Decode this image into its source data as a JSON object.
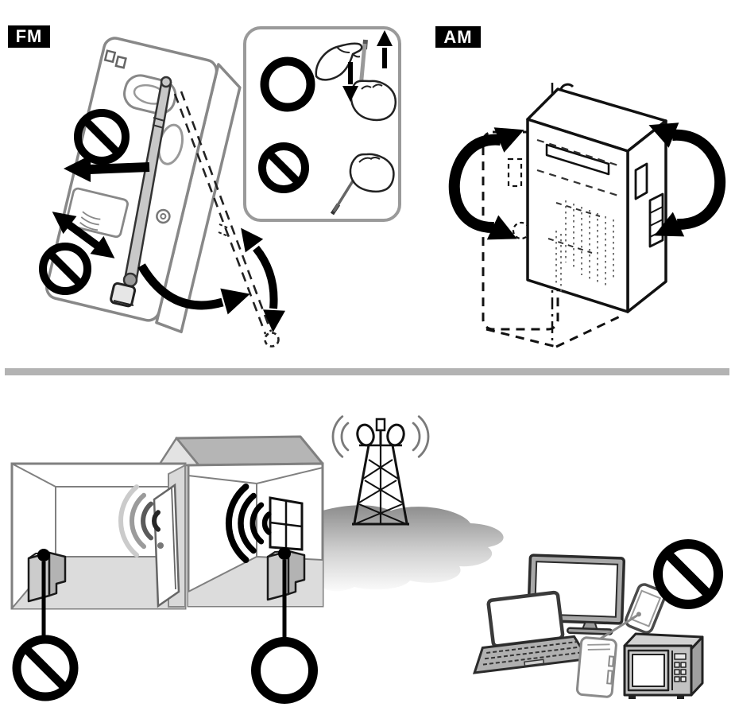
{
  "labels": {
    "fm": "FM",
    "am": "AM"
  },
  "icons": {
    "prohibition-icon": "black ring with diagonal slash = not allowed",
    "allowed-icon": "plain black ring = correct / allowed",
    "rotate-arrow-icon": "thick C-shaped curved arrow = rotate the radio",
    "direction-arrow-icon": "thick black arrow = antenna movement direction",
    "radio-wave-icon": "concentric arcs = radio signal",
    "broadcast-tower-icon": "lattice transmission tower with two dish antennas",
    "hand-icon": "line-art hands showing how to hold the antenna"
  },
  "colors": {
    "ink": "#000000",
    "outline_gray": "#808080",
    "divider_gray": "#b3b3b3",
    "roof_gray": "#b5b5b5",
    "floor_gray": "#dcdcdc",
    "antenna_gray": "#c8c8c8",
    "background": "#ffffff"
  }
}
